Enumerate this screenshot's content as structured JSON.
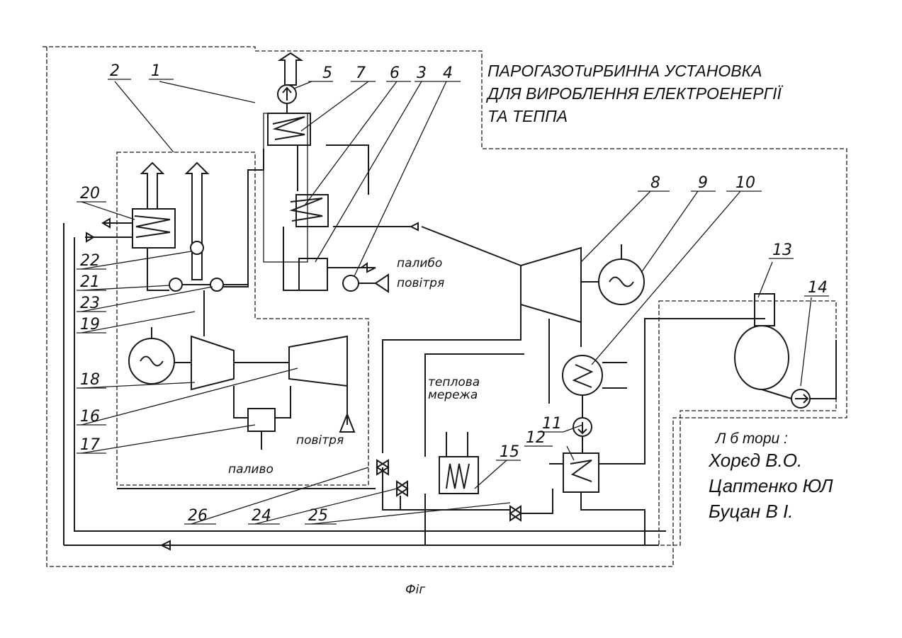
{
  "title": {
    "line1": "ПАРОГАЗОТиРБИННА УСТАНОВКА",
    "line2": "ДЛЯ ВИРОБЛЕННЯ ЕЛЕКТРОЕНЕРГІЇ",
    "line3": "ТА   ТЕППА"
  },
  "authors": {
    "heading": "Л б тори :",
    "names": [
      "Хорєд  В.О.",
      "Цаптенко ЮЛ",
      "Буцан В І."
    ]
  },
  "labels": {
    "fuel_top": "палибо",
    "air_top": "повітря",
    "air_bottom": "повітря",
    "fuel_bottom": "паливо",
    "heat_network_1": "теплова",
    "heat_network_2": "мережа",
    "signature": "Фіг"
  },
  "numbers": [
    "1",
    "2",
    "3",
    "4",
    "5",
    "6",
    "7",
    "8",
    "9",
    "10",
    "11",
    "12",
    "13",
    "14",
    "15",
    "16",
    "17",
    "18",
    "19",
    "20",
    "21",
    "22",
    "23",
    "24",
    "25",
    "26"
  ]
}
